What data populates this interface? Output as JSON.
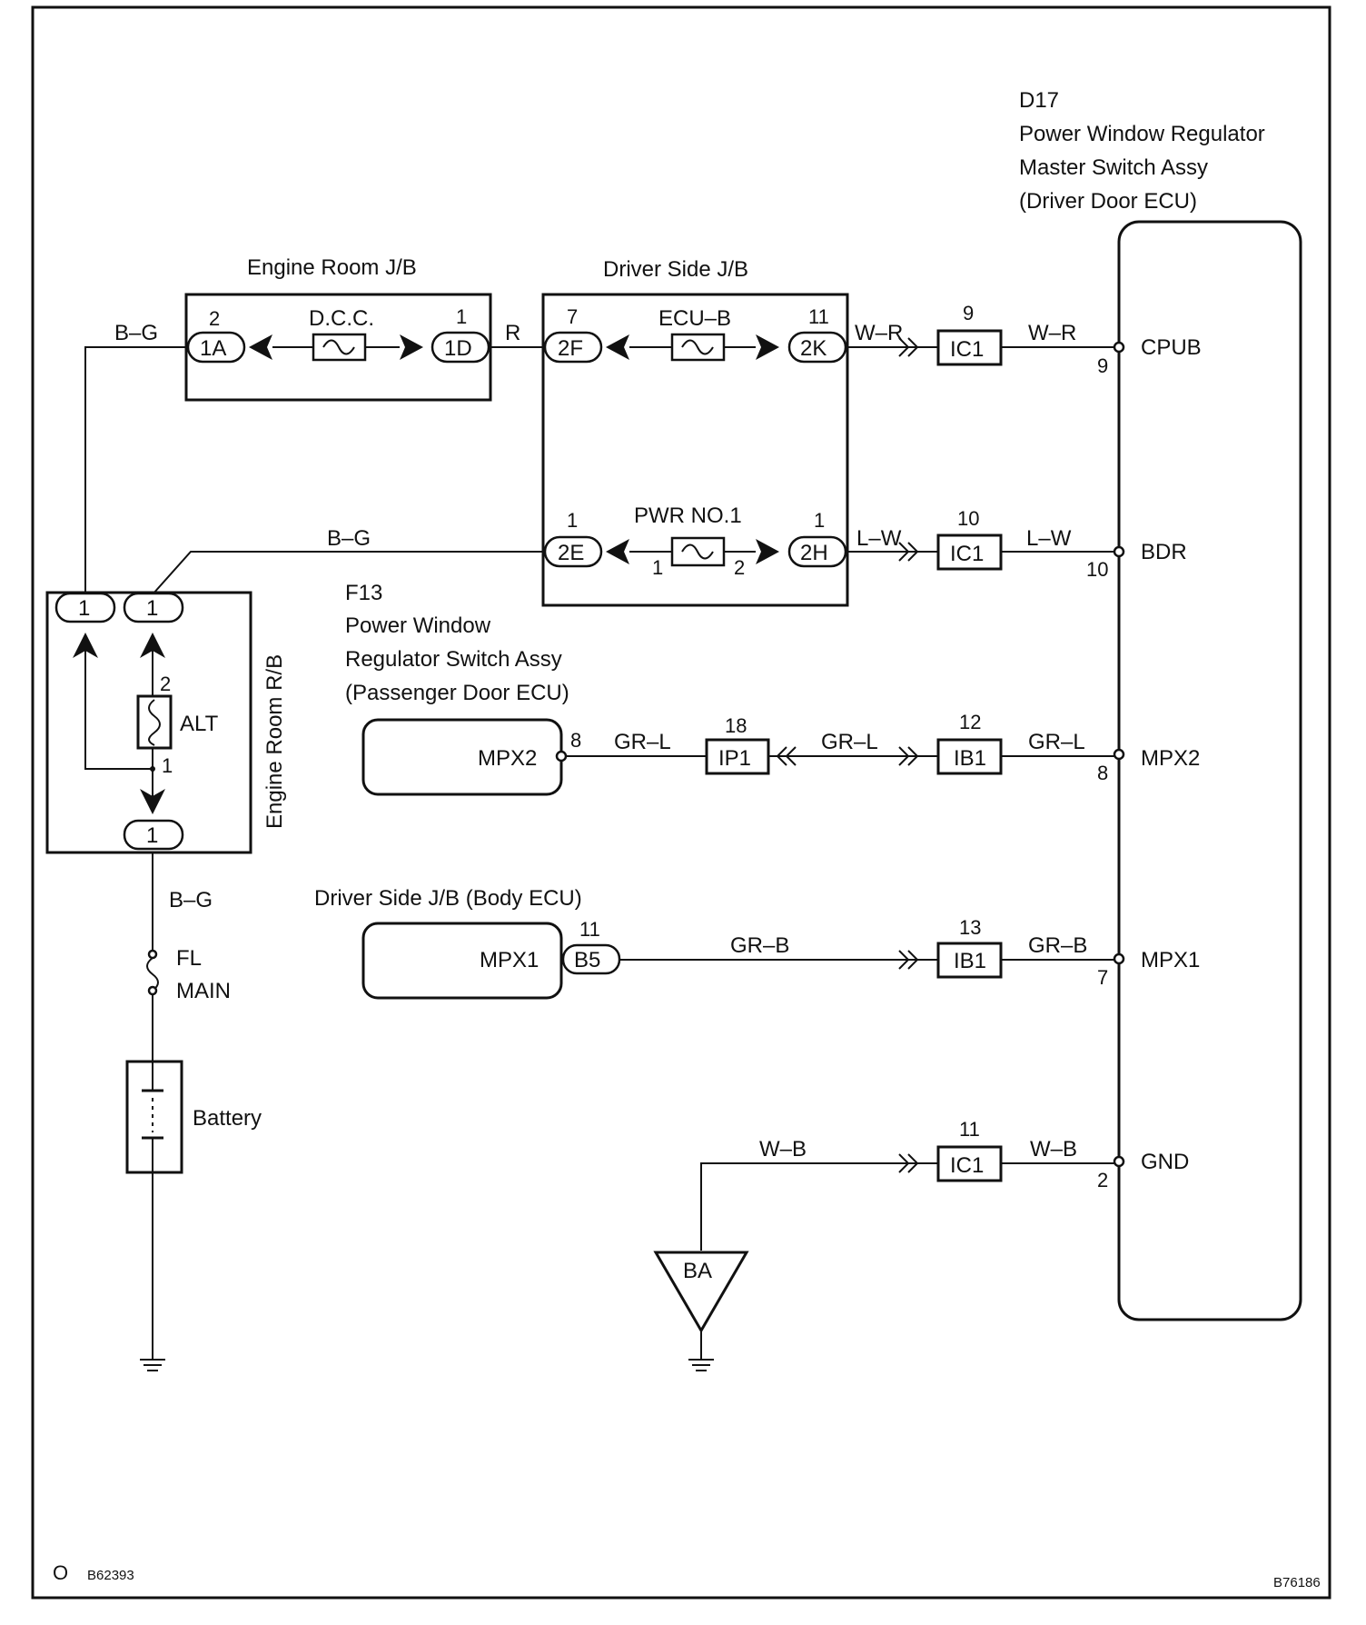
{
  "d17": {
    "code": "D17",
    "title1": "Power Window Regulator",
    "title2": "Master Switch Assy",
    "title3": "(Driver Door ECU)",
    "terminals": [
      {
        "name": "CPUB",
        "pin": "9"
      },
      {
        "name": "BDR",
        "pin": "10"
      },
      {
        "name": "MPX2",
        "pin": "8"
      },
      {
        "name": "MPX1",
        "pin": "7"
      },
      {
        "name": "GND",
        "pin": "2"
      }
    ]
  },
  "engine_room_jb": {
    "title": "Engine Room J/B",
    "fuse": "D.C.C.",
    "left_conn": "1A",
    "left_pin": "2",
    "right_conn": "1D",
    "right_pin": "1"
  },
  "driver_side_jb": {
    "title": "Driver Side J/B",
    "ecu_b": {
      "fuse": "ECU–B",
      "left_conn": "2F",
      "left_pin": "7",
      "right_conn": "2K",
      "right_pin": "11"
    },
    "pwr": {
      "fuse": "PWR NO.1",
      "left_conn": "2E",
      "left_pin": "1",
      "right_conn": "2H",
      "right_pin": "1",
      "fuse_pin_l": "1",
      "fuse_pin_r": "2"
    }
  },
  "engine_room_rb": {
    "title": "Engine Room R/B",
    "conn_top_left": "1",
    "conn_top_right": "1",
    "conn_bottom": "1",
    "alt_label": "ALT",
    "alt_pin_top": "2",
    "alt_pin_bottom": "1"
  },
  "wires": {
    "bg1": "B–G",
    "r": "R",
    "wr1": "W–R",
    "wr2": "W–R",
    "bg2": "B–G",
    "lw1": "L–W",
    "lw2": "L–W",
    "grl1": "GR–L",
    "grl2": "GR–L",
    "grl3": "GR–L",
    "grb1": "GR–B",
    "grb2": "GR–B",
    "wb1": "W–B",
    "wb2": "W–B",
    "bg3": "B–G"
  },
  "inline_connectors": {
    "ic1_a": {
      "label": "IC1",
      "pin": "9"
    },
    "ic1_b": {
      "label": "IC1",
      "pin": "10"
    },
    "ip1": {
      "label": "IP1",
      "pin": "18"
    },
    "ib1_a": {
      "label": "IB1",
      "pin": "12"
    },
    "ib1_b": {
      "label": "IB1",
      "pin": "13"
    },
    "ic1_c": {
      "label": "IC1",
      "pin": "11"
    }
  },
  "f13": {
    "code": "F13",
    "title1": "Power Window",
    "title2": "Regulator Switch Assy",
    "title3": "(Passenger Door ECU)",
    "terminal": "MPX2",
    "pin": "8"
  },
  "body_ecu": {
    "title": "Driver Side J/B (Body ECU)",
    "terminal": "MPX1",
    "conn": "B5",
    "pin": "11"
  },
  "fl_main": {
    "line1": "FL",
    "line2": "MAIN"
  },
  "battery": "Battery",
  "ground_point": "BA",
  "footer": {
    "left_mark": "O",
    "left_code": "B62393",
    "right_code": "B76186"
  }
}
